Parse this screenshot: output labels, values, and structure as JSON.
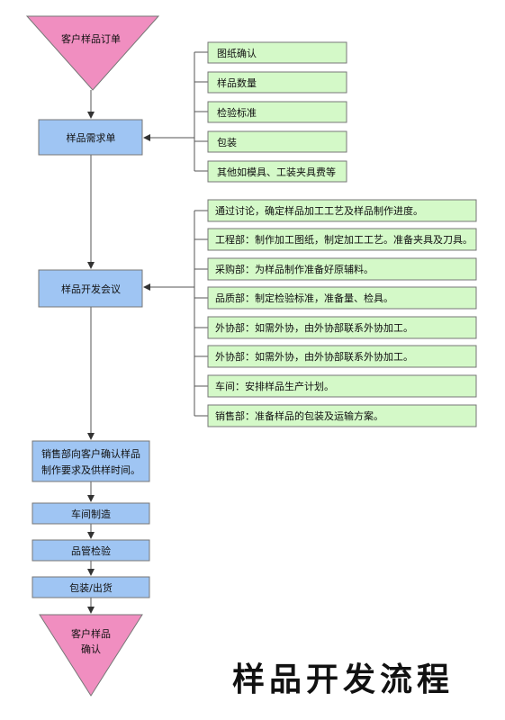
{
  "colors": {
    "triangle_fill": "#f08ec0",
    "blue_box": "#9fc5f3",
    "green_box": "#d4f9c8",
    "line": "#555555"
  },
  "flow": {
    "start": "客户样品订单",
    "requirement": "样品需求单",
    "meeting": "样品开发会议",
    "sales_line1": "销售部向客户确认样品",
    "sales_line2": "制作要求及供样时间。",
    "workshop": "车间制造",
    "qc": "品管检验",
    "packing": "包装/出货",
    "end_line1": "客户样品",
    "end_line2": "确认"
  },
  "requirement_items": [
    "图纸确认",
    "样品数量",
    "检验标准",
    "包装",
    "其他如模具、工装夹具费等"
  ],
  "meeting_items": [
    "通过讨论，确定样品加工工艺及样品制作进度。",
    "工程部：制作加工图纸，制定加工工艺。准备夹具及刀具。",
    "采购部：为样品制作准备好原辅料。",
    "品质部：制定检验标准，准备量、检具。",
    "外协部：如需外协，由外协部联系外协加工。",
    "外协部：如需外协，由外协部联系外协加工。",
    "车间：安排样品生产计划。",
    "销售部：准备样品的包装及运输方案。"
  ],
  "title": "样品开发流程"
}
